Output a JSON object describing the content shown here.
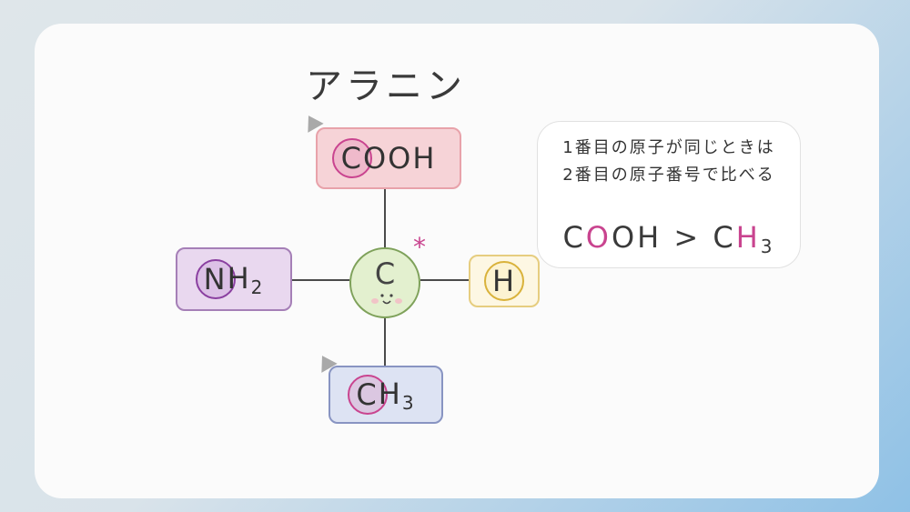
{
  "title": "アラニン",
  "center": {
    "atom": "C",
    "chiral_mark": "*"
  },
  "groups": {
    "top": {
      "first": "C",
      "rest": "OOH",
      "sub": ""
    },
    "left": {
      "first": "N",
      "rest": "H",
      "sub": "2"
    },
    "right": {
      "first": "H",
      "rest": "",
      "sub": ""
    },
    "bottom": {
      "first": "C",
      "rest": "H",
      "sub": "3"
    }
  },
  "note": {
    "line1": "1番目の原子が同じときは",
    "line2": "2番目の原子番号で比べる",
    "compare": {
      "left_a": "C",
      "left_b": "O",
      "left_c": "OH",
      "op": ">",
      "right_a": "C",
      "right_b": "H",
      "right_sub": "3"
    }
  },
  "colors": {
    "top": "#f4c9cf",
    "left": "#e6d3ec",
    "right": "#fdf6df",
    "bottom": "#dbe3f2",
    "ring": "#c9448f",
    "center": "#e3f0cf"
  }
}
